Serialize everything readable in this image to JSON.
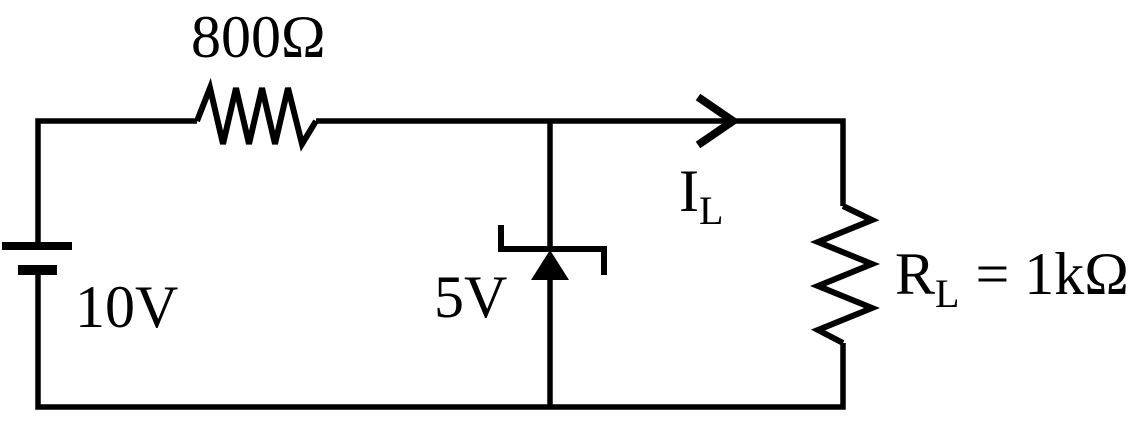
{
  "diagram": {
    "background": "#ffffff",
    "stroke_color": "#000000",
    "labels": {
      "series_resistor": "800Ω",
      "source_voltage": "10V",
      "zener_voltage": "5V",
      "load_current_symbol": "I",
      "load_current_subscript": "L",
      "load_resistor_symbol": "R",
      "load_resistor_subscript": "L",
      "load_resistor_value": "= 1kΩ"
    },
    "components": [
      {
        "icon": "battery-icon",
        "label": "10V"
      },
      {
        "icon": "resistor-icon",
        "label": "800Ω"
      },
      {
        "icon": "zener-diode-icon",
        "label": "5V"
      },
      {
        "icon": "resistor-icon",
        "label": "RL = 1kΩ"
      },
      {
        "icon": "current-arrow-icon",
        "label": "IL"
      }
    ]
  }
}
